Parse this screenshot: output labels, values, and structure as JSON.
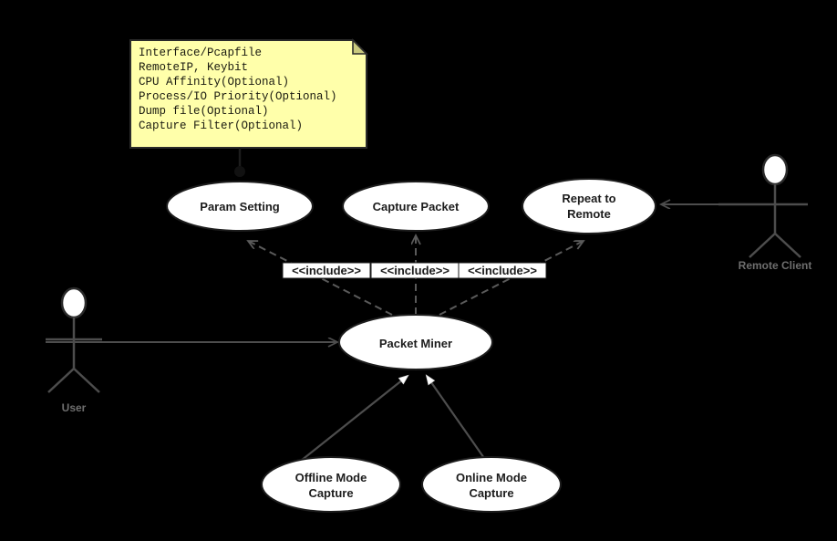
{
  "diagram": {
    "type": "uml-use-case-diagram",
    "background_color": "#000000",
    "note": {
      "fill_color": "#ffffaa",
      "fold_color": "#c9c97e",
      "border_color": "#2b2b2b",
      "lines": [
        "Interface/Pcapfile",
        "RemoteIP, Keybit",
        "CPU Affinity(Optional)",
        "Process/IO Priority(Optional)",
        "Dump file(Optional)",
        "Capture Filter(Optional)"
      ]
    },
    "use_cases": [
      {
        "id": "param-setting",
        "label_lines": [
          "Param Setting"
        ]
      },
      {
        "id": "capture-packet",
        "label_lines": [
          "Capture Packet"
        ]
      },
      {
        "id": "repeat-to-remote",
        "label_lines": [
          "Repeat to",
          "Remote"
        ]
      },
      {
        "id": "packet-miner",
        "label_lines": [
          "Packet Miner"
        ]
      },
      {
        "id": "offline-mode-capture",
        "label_lines": [
          "Offline Mode",
          "Capture"
        ]
      },
      {
        "id": "online-mode-capture",
        "label_lines": [
          "Online Mode",
          "Capture"
        ]
      }
    ],
    "actors": [
      {
        "id": "user",
        "label": "User"
      },
      {
        "id": "remote-client",
        "label": "Remote Client"
      }
    ],
    "relationships": [
      {
        "id": "include-param-setting",
        "stereotype": "<<include>>"
      },
      {
        "id": "include-capture-packet",
        "stereotype": "<<include>>"
      },
      {
        "id": "include-repeat-to-remote",
        "stereotype": "<<include>>"
      }
    ],
    "colors": {
      "use_case_fill": "#ffffff",
      "use_case_stroke": "#1c1c1c",
      "actor_stroke": "#4d4d4d",
      "connector_stroke": "#4d4d4d",
      "include_stroke": "#5a5a5a",
      "generalization_stroke": "#4d4d4d"
    }
  }
}
